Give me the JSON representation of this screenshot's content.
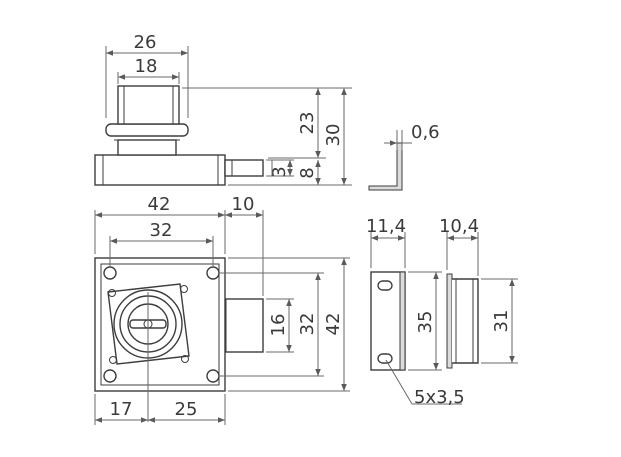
{
  "diagram": {
    "top_view": {
      "width_outer": "26",
      "width_inner": "18",
      "height_cylinder": "23",
      "height_total": "30",
      "bolt_height": "3",
      "bolt_offset": "8"
    },
    "sheet_thickness": "0,6",
    "front_view": {
      "width_body": "42",
      "bolt_throw": "10",
      "hole_spacing": "32",
      "bolt_width": "16",
      "hole_spacing_vertical": "32",
      "height_body": "42",
      "left_to_center": "17",
      "center_to_right": "25"
    },
    "strike_plate_1": {
      "width": "11,4",
      "height": "35",
      "slot": "5x3,5"
    },
    "strike_plate_2": {
      "width": "10,4",
      "height": "31"
    },
    "colors": {
      "line": "#3d3d3d",
      "dimension": "#6a6a6a",
      "text": "#3a3a3a",
      "fill": "#dcdcdc",
      "background": "#ffffff"
    }
  }
}
